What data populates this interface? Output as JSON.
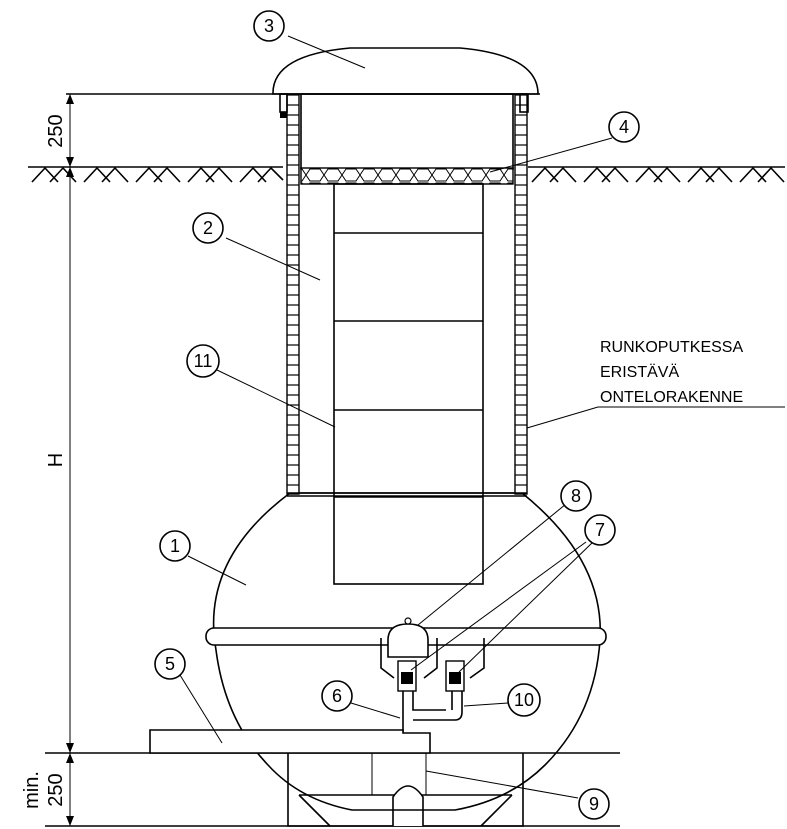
{
  "callouts": {
    "c1": "1",
    "c2": "2",
    "c3": "3",
    "c4": "4",
    "c5": "5",
    "c6": "6",
    "c7": "7",
    "c8": "8",
    "c9": "9",
    "c10": "10",
    "c11": "11"
  },
  "note": {
    "line1": "RUNKOPUTKESSA",
    "line2": "ERISTÄVÄ",
    "line3": "ONTELORAKENNE"
  },
  "dimensions": {
    "top": "250",
    "height": "H",
    "bottom_value": "250",
    "bottom_prefix": "min."
  }
}
